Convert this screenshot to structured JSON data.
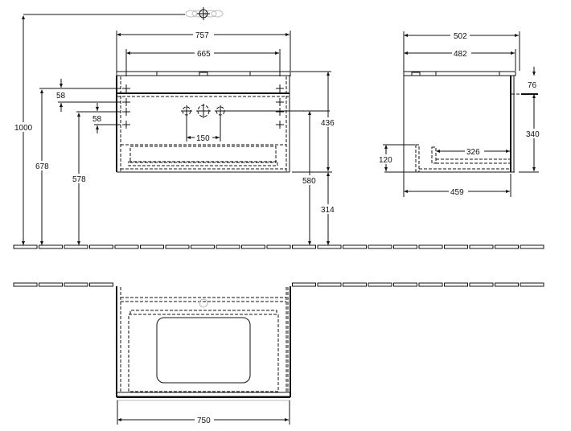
{
  "drawing": {
    "title": "Vanity unit technical drawing",
    "views": [
      "front-elevation",
      "side-elevation",
      "plan-view"
    ],
    "units": "mm"
  },
  "front_view": {
    "width_overall": "757",
    "width_inner": "665",
    "height_mirror_center": "1000",
    "height_top": "678",
    "height_lower": "578",
    "offset_upper": "58",
    "offset_lower": "58",
    "tap_spacing": "150",
    "cabinet_height": "436",
    "drain_height": "580",
    "floor_clearance": "314"
  },
  "side_view": {
    "depth_overall": "502",
    "depth_top": "482",
    "offset_top": "76",
    "wall_height": "340",
    "drawer_depth": "326",
    "plinth_height": "120",
    "depth_bottom": "459"
  },
  "plan_view": {
    "width": "750"
  },
  "colors": {
    "line": "#111111",
    "background": "#ffffff",
    "ghost": "#bbbbbb"
  }
}
